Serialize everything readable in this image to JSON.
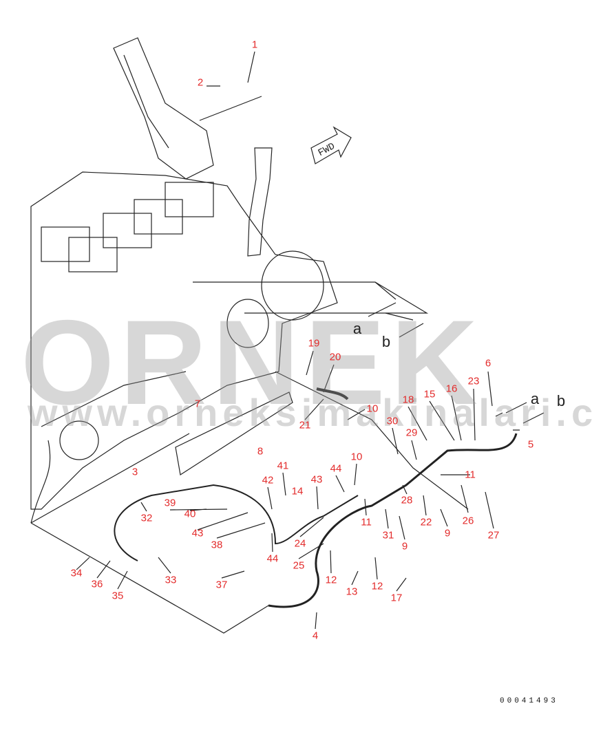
{
  "diagram": {
    "watermark": {
      "logo": "ORNEK",
      "url": "www.orneksimakinalari.com.tr"
    },
    "direction_label": "FWD",
    "drawing_code": "00041493",
    "view_markers": [
      "a",
      "b",
      "a",
      "b"
    ],
    "callouts": [
      "1",
      "2",
      "19",
      "20",
      "6",
      "23",
      "16",
      "15",
      "18",
      "10",
      "21",
      "7",
      "30",
      "29",
      "5",
      "8",
      "41",
      "10",
      "44",
      "11",
      "42",
      "43",
      "14",
      "3",
      "39",
      "40",
      "28",
      "32",
      "11",
      "22",
      "9",
      "26",
      "27",
      "43",
      "38",
      "24",
      "31",
      "9",
      "44",
      "25",
      "34",
      "36",
      "33",
      "37",
      "12",
      "12",
      "13",
      "35",
      "17",
      "4"
    ],
    "colors": {
      "callout": "#e32b2b",
      "line": "#222222",
      "watermark": "#969696"
    }
  }
}
